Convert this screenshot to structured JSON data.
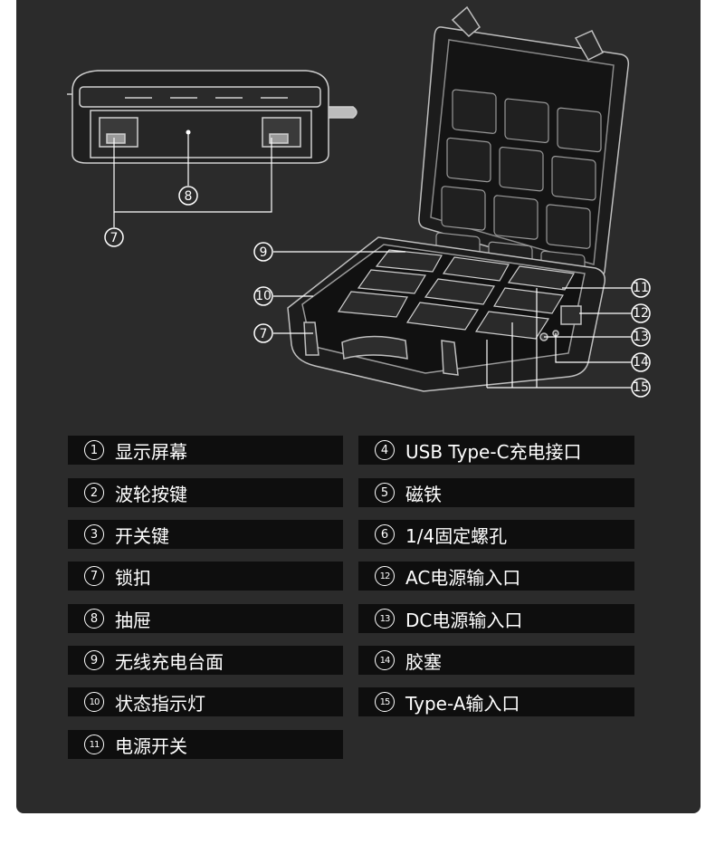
{
  "diagram": {
    "callouts": [
      {
        "id": "c8",
        "label": "8"
      },
      {
        "id": "c7a",
        "label": "7"
      },
      {
        "id": "c9",
        "label": "9"
      },
      {
        "id": "c10",
        "label": "10"
      },
      {
        "id": "c7b",
        "label": "7"
      },
      {
        "id": "c11",
        "label": "11"
      },
      {
        "id": "c12",
        "label": "12"
      },
      {
        "id": "c13",
        "label": "13"
      },
      {
        "id": "c14",
        "label": "14"
      },
      {
        "id": "c15",
        "label": "15"
      }
    ]
  },
  "legend": {
    "left": [
      {
        "num": "1",
        "text": "显示屏幕"
      },
      {
        "num": "2",
        "text": "波轮按键"
      },
      {
        "num": "3",
        "text": "开关键"
      },
      {
        "num": "7",
        "text": "锁扣"
      },
      {
        "num": "8",
        "text": "抽屉"
      },
      {
        "num": "9",
        "text": "无线充电台面"
      },
      {
        "num": "10",
        "text": "状态指示灯"
      },
      {
        "num": "11",
        "text": "电源开关"
      }
    ],
    "right": [
      {
        "num": "4",
        "text": "USB Type-C充电接口"
      },
      {
        "num": "5",
        "text": "磁铁"
      },
      {
        "num": "6",
        "text": "1/4固定螺孔"
      },
      {
        "num": "12",
        "text": "AC电源输入口"
      },
      {
        "num": "13",
        "text": "DC电源输入口"
      },
      {
        "num": "14",
        "text": "胶塞"
      },
      {
        "num": "15",
        "text": "Type-A输入口"
      }
    ]
  }
}
